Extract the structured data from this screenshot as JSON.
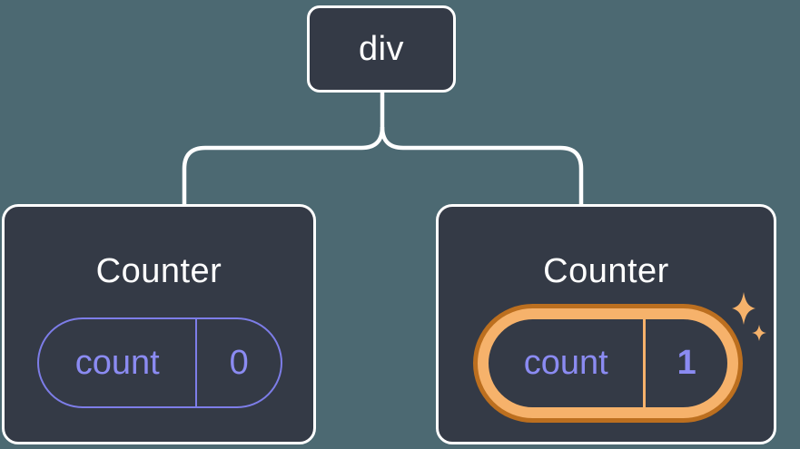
{
  "diagram": {
    "root_node": {
      "label": "div"
    },
    "nodes": [
      {
        "title": "Counter",
        "state_key": "count",
        "state_value": "0",
        "highlighted": false
      },
      {
        "title": "Counter",
        "state_key": "count",
        "state_value": "1",
        "highlighted": true
      }
    ],
    "colors": {
      "background": "#4C6972",
      "node_fill": "#343A46",
      "node_border": "#FFFFFF",
      "connector": "#FFFFFF",
      "state_accent_text": "#8B8BF2",
      "state_pill_border": "#7D7DE8",
      "highlight_ring_light": "#F6B26B",
      "highlight_ring_dark": "#BC6F1F",
      "sparkle": "#F6B26B"
    }
  }
}
